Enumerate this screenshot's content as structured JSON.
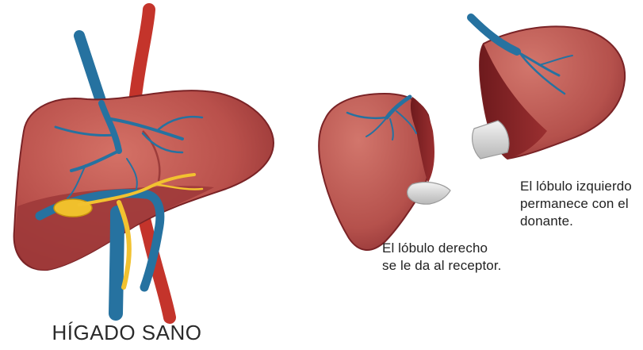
{
  "title": "HÍGADO SANO",
  "left_lobe_caption": {
    "lines": [
      "El lóbulo izquierdo",
      "permanece con el",
      "donante."
    ]
  },
  "right_lobe_caption": {
    "lines": [
      "El lóbulo derecho",
      "se le da al receptor."
    ]
  },
  "colors": {
    "liver": "#b54a47",
    "liver_light": "#cf6a62",
    "liver_dark": "#7a1f22",
    "portal_vein": "#2a7aa6",
    "artery": "#d13a2e",
    "bile_duct": "#f2c230",
    "stump": "#d9d9d9"
  }
}
